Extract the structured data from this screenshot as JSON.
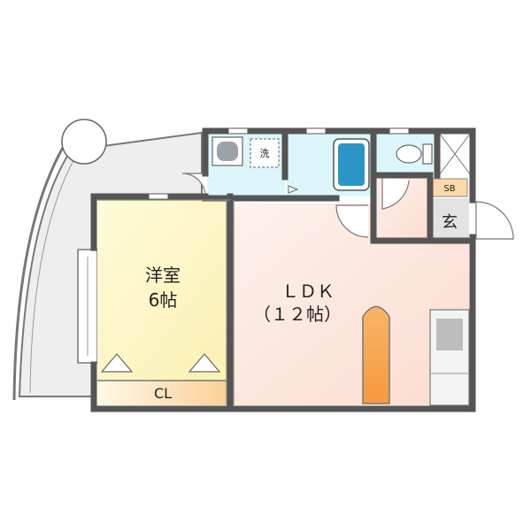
{
  "rooms": {
    "western_room": {
      "name": "洋室",
      "size": "6帖"
    },
    "ldk": {
      "name": "ＬＤＫ",
      "size": "（１２帖）"
    },
    "closet": {
      "label": "CL"
    },
    "laundry": {
      "label": "洗"
    },
    "shoe_box": {
      "label": "SB"
    },
    "entrance": {
      "label": "玄"
    }
  },
  "colors": {
    "wall": "#555555",
    "western_room_fill": "#fdf8c8",
    "ldk_fill": "#fde9df",
    "wet_area_fill": "#ddf6fb",
    "bath_tub": "#2b95c8",
    "closet_fill": "#fbd9a8",
    "balcony_fill": "#eeeeee",
    "counter_fill": "#f6a24a",
    "entrance_fill": "#e3e3e3"
  }
}
